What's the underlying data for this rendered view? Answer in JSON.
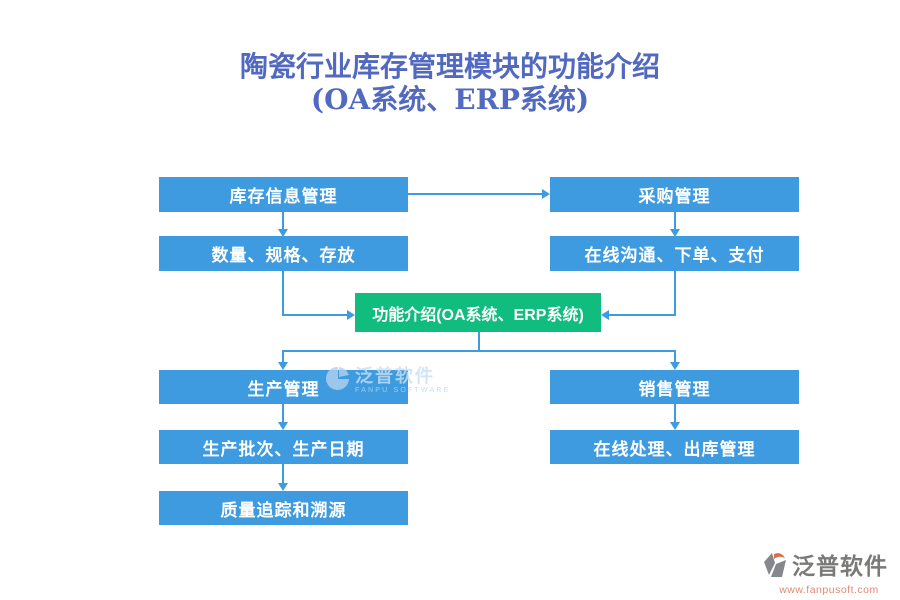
{
  "title": {
    "line1": "陶瓷行业库存管理模块的功能介绍",
    "line2": "(OA系统、ERP系统)"
  },
  "nodes": {
    "inventory_info": "库存信息管理",
    "quantity_spec_storage": "数量、规格、存放",
    "purchase_mgmt": "采购管理",
    "online_comm_order_pay": "在线沟通、下单、支付",
    "function_intro": "功能介绍(OA系统、ERP系统)",
    "production_mgmt": "生产管理",
    "batch_and_date": "生产批次、生产日期",
    "quality_trace": "质量追踪和溯源",
    "sales_mgmt": "销售管理",
    "online_process_outbound": "在线处理、出库管理"
  },
  "watermark": {
    "name": "泛普软件",
    "caption": "FANPU SOFTWARE"
  },
  "footer_logo": {
    "brand": "泛普软件",
    "url": "www.fanpusoft.com"
  },
  "colors": {
    "node_blue": "#3E9BE0",
    "node_green": "#10BC7E",
    "title_blue": "#5269C0",
    "connector_blue": "#3E9BE0",
    "logo_gray": "#85898F",
    "logo_orange": "#D4704E",
    "url_salmon": "#E28A70"
  }
}
